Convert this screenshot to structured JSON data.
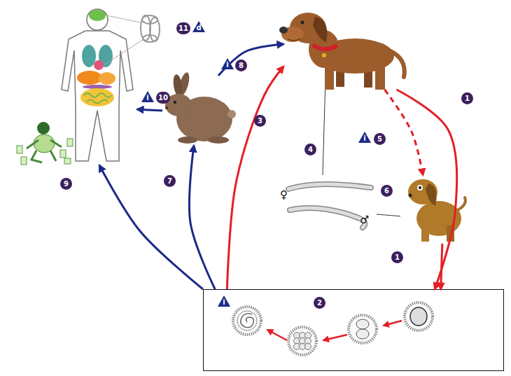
{
  "diagram": {
    "nodes": [
      {
        "text": []
      },
      {
        "text": [
          "♀",
          "♂"
        ]
      },
      {
        "text": []
      },
      {
        "text": [
          "2"
        ]
      },
      {
        "text": []
      },
      {
        "text": []
      }
    ],
    "edges": [
      {
        "from": 0,
        "to": 3,
        "arrow": "to",
        "label": "1"
      },
      {
        "from": 2,
        "to": 3,
        "arrow": "to",
        "label": "1"
      },
      {
        "from": 3,
        "to": 0,
        "arrow": "to",
        "label": "3"
      },
      {
        "from": 0,
        "to": 2,
        "arrow": "to",
        "label": "5"
      },
      {
        "from": 0,
        "to": 1,
        "arrow": "none",
        "label": "4"
      },
      {
        "from": 1,
        "to": 2,
        "arrow": "none",
        "label": "6"
      },
      {
        "from": 3,
        "to": 4,
        "arrow": "to",
        "label": "7"
      },
      {
        "from": 4,
        "to": 0,
        "arrow": "to",
        "label": "8"
      },
      {
        "from": 4,
        "to": 5,
        "arrow": "to",
        "label": "10"
      },
      {
        "from": 3,
        "to": 5,
        "arrow": "to"
      }
    ],
    "labels": [
      "11",
      "d",
      "i",
      "i",
      "9",
      "i",
      "i"
    ]
  }
}
